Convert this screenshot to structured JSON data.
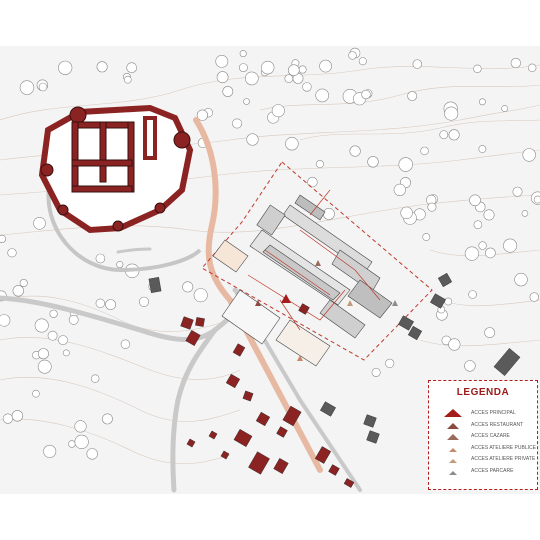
{
  "legend": {
    "title": "LEGENDA",
    "items": [
      {
        "label": "ACCES PRINCIPAL",
        "color": "#a51c1c",
        "size": "large"
      },
      {
        "label": "ACCES RESTAURANT",
        "color": "#8a4a40",
        "size": "medium"
      },
      {
        "label": "ACCES CAZARE",
        "color": "#9a6a5a",
        "size": "medium"
      },
      {
        "label": "ACCES ATELIERE PUBLICE",
        "color": "#c48a6a",
        "size": "small"
      },
      {
        "label": "ACCES ATELIERE PRIVATE",
        "color": "#c49a7a",
        "size": "small"
      },
      {
        "label": "ACCES PARCARE",
        "color": "#8c8c8c",
        "size": "small"
      }
    ]
  },
  "colors": {
    "castle": "#8b2323",
    "castle_outline": "#3a0f0f",
    "site_boundary": "#c0392b",
    "access_path": "#e3b49c",
    "road": "#c9c9c9",
    "building_red": "#8b2323",
    "building_grey": "#5a5a5a",
    "background": "#f3f3f3"
  }
}
